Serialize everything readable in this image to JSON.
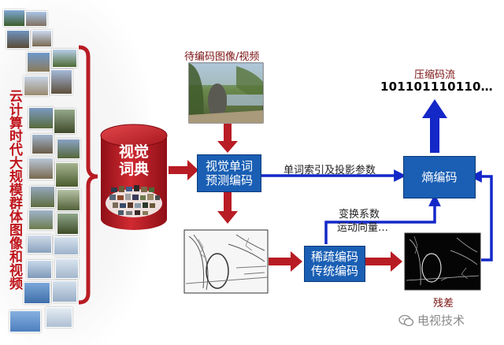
{
  "left_panel": {
    "title": "云计算时代大规模群体图像和视频"
  },
  "dictionary": {
    "label_line1": "视觉",
    "label_line2": "词典"
  },
  "input": {
    "label": "待编码图像/视频"
  },
  "boxes": {
    "visual_word": [
      "视觉单词",
      "预测编码"
    ],
    "sparse": [
      "稀疏编码",
      "传统编码"
    ],
    "entropy": "熵编码"
  },
  "labels": {
    "index_params": "单词索引及投影参数",
    "transform_coef": "变换系数",
    "motion_vector": "运动向量…",
    "residual": "残差"
  },
  "output": {
    "title": "压缩码流",
    "bits": "101101110110…"
  },
  "watermark": "电视技术",
  "colors": {
    "accent_red": "#b81c24",
    "box_blue": "#1a5fb4",
    "arrow_blue": "#1428c8"
  }
}
